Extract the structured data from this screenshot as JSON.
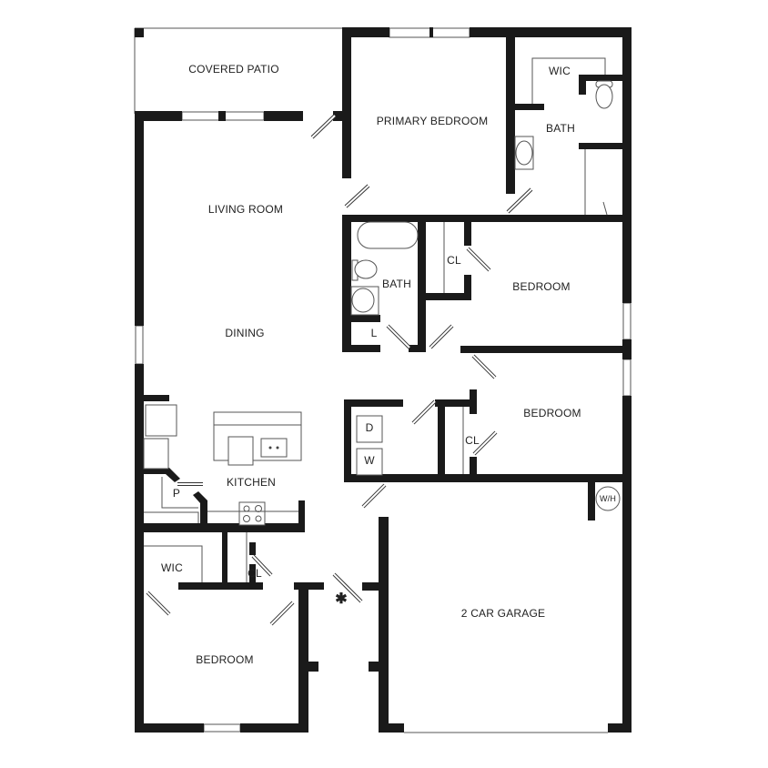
{
  "floor_plan": {
    "rooms": {
      "covered_patio": "COVERED PATIO",
      "primary_bedroom": "PRIMARY BEDROOM",
      "primary_wic": "WIC",
      "primary_bath": "BATH",
      "living_room": "LIVING ROOM",
      "dining": "DINING",
      "hall_bath": "BATH",
      "linen": "L",
      "closet_bedroom2": "CL",
      "bedroom2": "BEDROOM",
      "bedroom3": "BEDROOM",
      "closet_bedroom3": "CL",
      "dryer": "D",
      "washer": "W",
      "kitchen": "KITCHEN",
      "pantry": "P",
      "water_heater": "W/H",
      "bedroom4_wic": "WIC",
      "hall_closet": "CL",
      "bedroom4": "BEDROOM",
      "garage": "2 CAR GARAGE",
      "entry_marker": "✱"
    }
  }
}
